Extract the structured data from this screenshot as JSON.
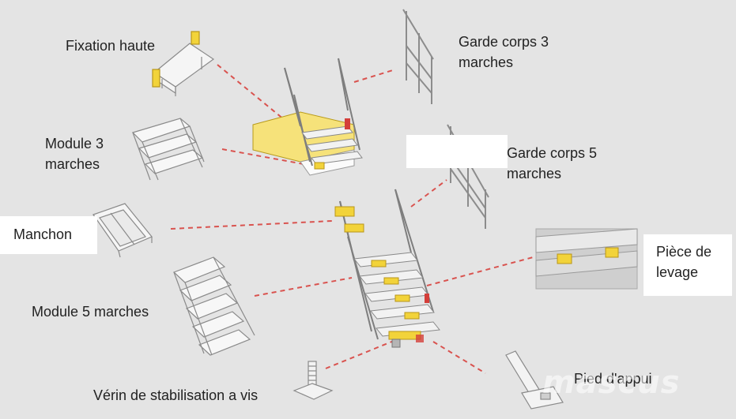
{
  "colors": {
    "background": "#e4e4e4",
    "leader_line": "#d9534f",
    "part_yellow": "#f2d33a",
    "frame_grey": "#9a9a9a"
  },
  "labels": {
    "fixation_haute": "Fixation haute",
    "garde_corps_3_line1": "Garde corps 3",
    "garde_corps_3_line2": "marches",
    "module_3_line1": "Module 3",
    "module_3_line2": "marches",
    "garde_corps_5_line1": "Garde corps 5",
    "garde_corps_5_line2": "marches",
    "manchon": "Manchon",
    "piece_levage_line1": "Pièce de",
    "piece_levage_line2": "levage",
    "module_5": "Module 5 marches",
    "pied_appui": "Pied d'appui",
    "verin": "Vérin de stabilisation a vis"
  },
  "watermark": "mascus"
}
